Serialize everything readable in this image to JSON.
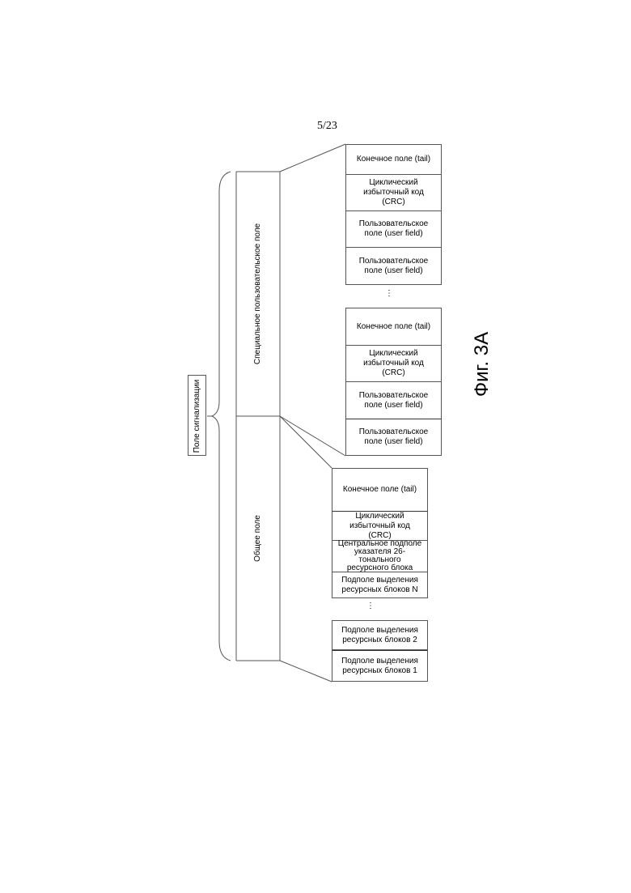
{
  "page_number": "5/23",
  "figure_label": "Фиг. 3А",
  "root_label": "Поле сигнализации",
  "branches": {
    "user_specific": {
      "label": "Специальное пользовательское поле",
      "group1": [
        "Конечное поле (tail)",
        "Циклический избыточный код (CRC)",
        "Пользовательское поле (user field)",
        "Пользовательское поле (user field)"
      ],
      "ellipsis": "⋮",
      "group2": [
        "Конечное поле (tail)",
        "Циклический избыточный код (CRC)",
        "Пользовательское поле (user field)",
        "Пользовательское поле (user field)"
      ]
    },
    "common": {
      "label": "Общее поле",
      "fields_top": [
        "Конечное поле (tail)",
        "Циклический избыточный код (CRC)",
        "Центральное подполе указателя 26- тонального ресурсного блока",
        "Подполе выделения ресурсных блоков N"
      ],
      "ellipsis": "⋮",
      "fields_bottom": [
        "Подполе выделения ресурсных блоков 2",
        "Подполе выделения ресурсных блоков 1"
      ]
    }
  },
  "colors": {
    "line": "#555555",
    "text": "#000000",
    "background": "#ffffff"
  }
}
